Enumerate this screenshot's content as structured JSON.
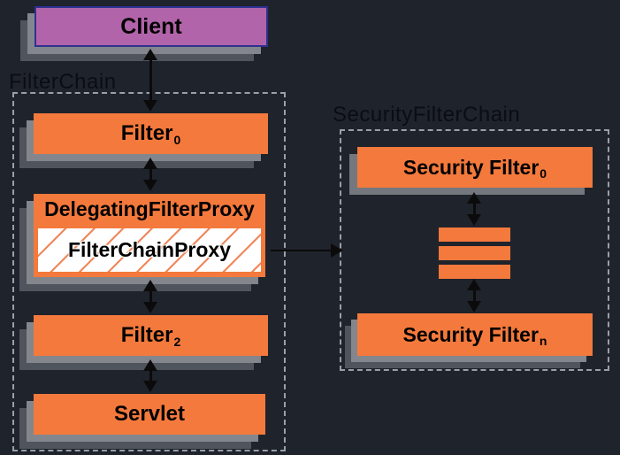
{
  "colors": {
    "background": "#1f232c",
    "node_orange": "#f4793c",
    "client_purple": "#b164a9",
    "client_border_blue": "#2e3191",
    "shadow_light_gray": "#83878d",
    "shadow_dark_gray": "#50555d",
    "dashed_border_gray": "#9aa0a6",
    "arrow_black": "#0b0b0b",
    "hatch_orange": "#f0875a",
    "hatch_background": "#ffffff"
  },
  "diagram": {
    "client": {
      "label": "Client"
    },
    "filter_chain": {
      "label": "FilterChain",
      "filter0": {
        "label": "Filter",
        "sub": "0"
      },
      "delegating_filter_proxy": {
        "label": "DelegatingFilterProxy"
      },
      "filter_chain_proxy": {
        "label": "FilterChainProxy"
      },
      "filter2": {
        "label": "Filter",
        "sub": "2"
      },
      "servlet": {
        "label": "Servlet"
      }
    },
    "security_filter_chain": {
      "label": "SecurityFilterChain",
      "security_filter0": {
        "label": "Security Filter",
        "sub": "0"
      },
      "security_filtern": {
        "label": "Security Filter",
        "sub": "n"
      },
      "hidden_filter_bars_count": 3
    }
  }
}
